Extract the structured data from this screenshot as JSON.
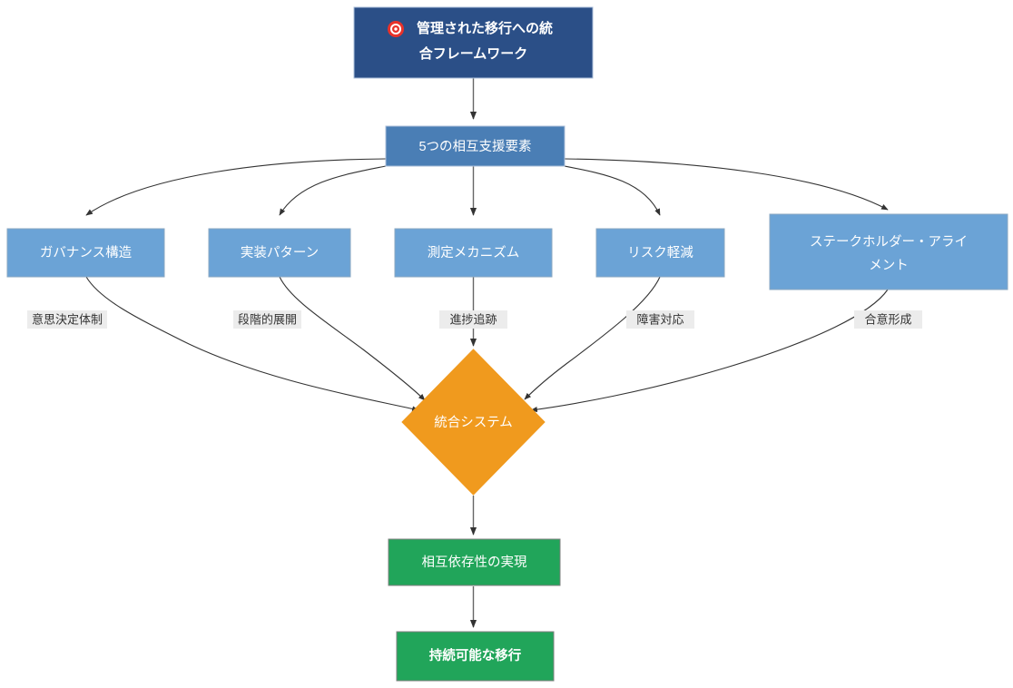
{
  "diagram": {
    "type": "flowchart",
    "direction": "top-down",
    "background_color": "#ffffff",
    "nodes": [
      {
        "id": "title",
        "label": "管理された移行への統合フレームワーク",
        "label_lines": [
          "管理された移行への統",
          "合フレームワーク"
        ],
        "icon": "target-icon",
        "icon_glyph": "🎯",
        "shape": "rectangle",
        "fill": "#2b4f87",
        "stroke": "#a8bcd8",
        "text_color": "#ffffff",
        "bold": true
      },
      {
        "id": "five-elements",
        "label": "5つの相互支援要素",
        "shape": "rectangle",
        "fill": "#4a7eb5",
        "stroke": "#a8bcd8",
        "text_color": "#ffffff",
        "bold": false
      },
      {
        "id": "governance",
        "label": "ガバナンス構造",
        "shape": "rectangle",
        "fill": "#6ba3d6",
        "stroke": "#8aa7c2",
        "text_color": "#ffffff",
        "bold": false
      },
      {
        "id": "implementation",
        "label": "実装パターン",
        "shape": "rectangle",
        "fill": "#6ba3d6",
        "stroke": "#8aa7c2",
        "text_color": "#ffffff",
        "bold": false
      },
      {
        "id": "measurement",
        "label": "測定メカニズム",
        "shape": "rectangle",
        "fill": "#6ba3d6",
        "stroke": "#8aa7c2",
        "text_color": "#ffffff",
        "bold": false
      },
      {
        "id": "risk",
        "label": "リスク軽減",
        "shape": "rectangle",
        "fill": "#6ba3d6",
        "stroke": "#8aa7c2",
        "text_color": "#ffffff",
        "bold": false
      },
      {
        "id": "stakeholder",
        "label": "ステークホルダー・アライメント",
        "label_lines": [
          "ステークホルダー・アライ",
          "メント"
        ],
        "shape": "rectangle",
        "fill": "#6ba3d6",
        "stroke": "#8aa7c2",
        "text_color": "#ffffff",
        "bold": false
      },
      {
        "id": "integrated-system",
        "label": "統合システム",
        "shape": "diamond",
        "fill": "#f09a1e",
        "stroke": "#f09a1e",
        "text_color": "#ffffff",
        "bold": false
      },
      {
        "id": "interdependency",
        "label": "相互依存性の実現",
        "shape": "rectangle",
        "fill": "#21a55a",
        "stroke": "#7f7f7f",
        "text_color": "#ffffff",
        "bold": false
      },
      {
        "id": "sustainable",
        "label": "持続可能な移行",
        "shape": "rectangle",
        "fill": "#21a55a",
        "stroke": "#7f7f7f",
        "text_color": "#ffffff",
        "bold": true
      }
    ],
    "edges": [
      {
        "from": "title",
        "to": "five-elements",
        "label": ""
      },
      {
        "from": "five-elements",
        "to": "governance",
        "label": ""
      },
      {
        "from": "five-elements",
        "to": "implementation",
        "label": ""
      },
      {
        "from": "five-elements",
        "to": "measurement",
        "label": ""
      },
      {
        "from": "five-elements",
        "to": "risk",
        "label": ""
      },
      {
        "from": "five-elements",
        "to": "stakeholder",
        "label": ""
      },
      {
        "from": "governance",
        "to": "integrated-system",
        "label": "意思決定体制"
      },
      {
        "from": "implementation",
        "to": "integrated-system",
        "label": "段階的展開"
      },
      {
        "from": "measurement",
        "to": "integrated-system",
        "label": "進捗追跡"
      },
      {
        "from": "risk",
        "to": "integrated-system",
        "label": "障害対応"
      },
      {
        "from": "stakeholder",
        "to": "integrated-system",
        "label": "合意形成"
      },
      {
        "from": "integrated-system",
        "to": "interdependency",
        "label": ""
      },
      {
        "from": "interdependency",
        "to": "sustainable",
        "label": ""
      }
    ],
    "edge_labels": [
      "意思決定体制",
      "段階的展開",
      "進捗追跡",
      "障害対応",
      "合意形成"
    ]
  }
}
